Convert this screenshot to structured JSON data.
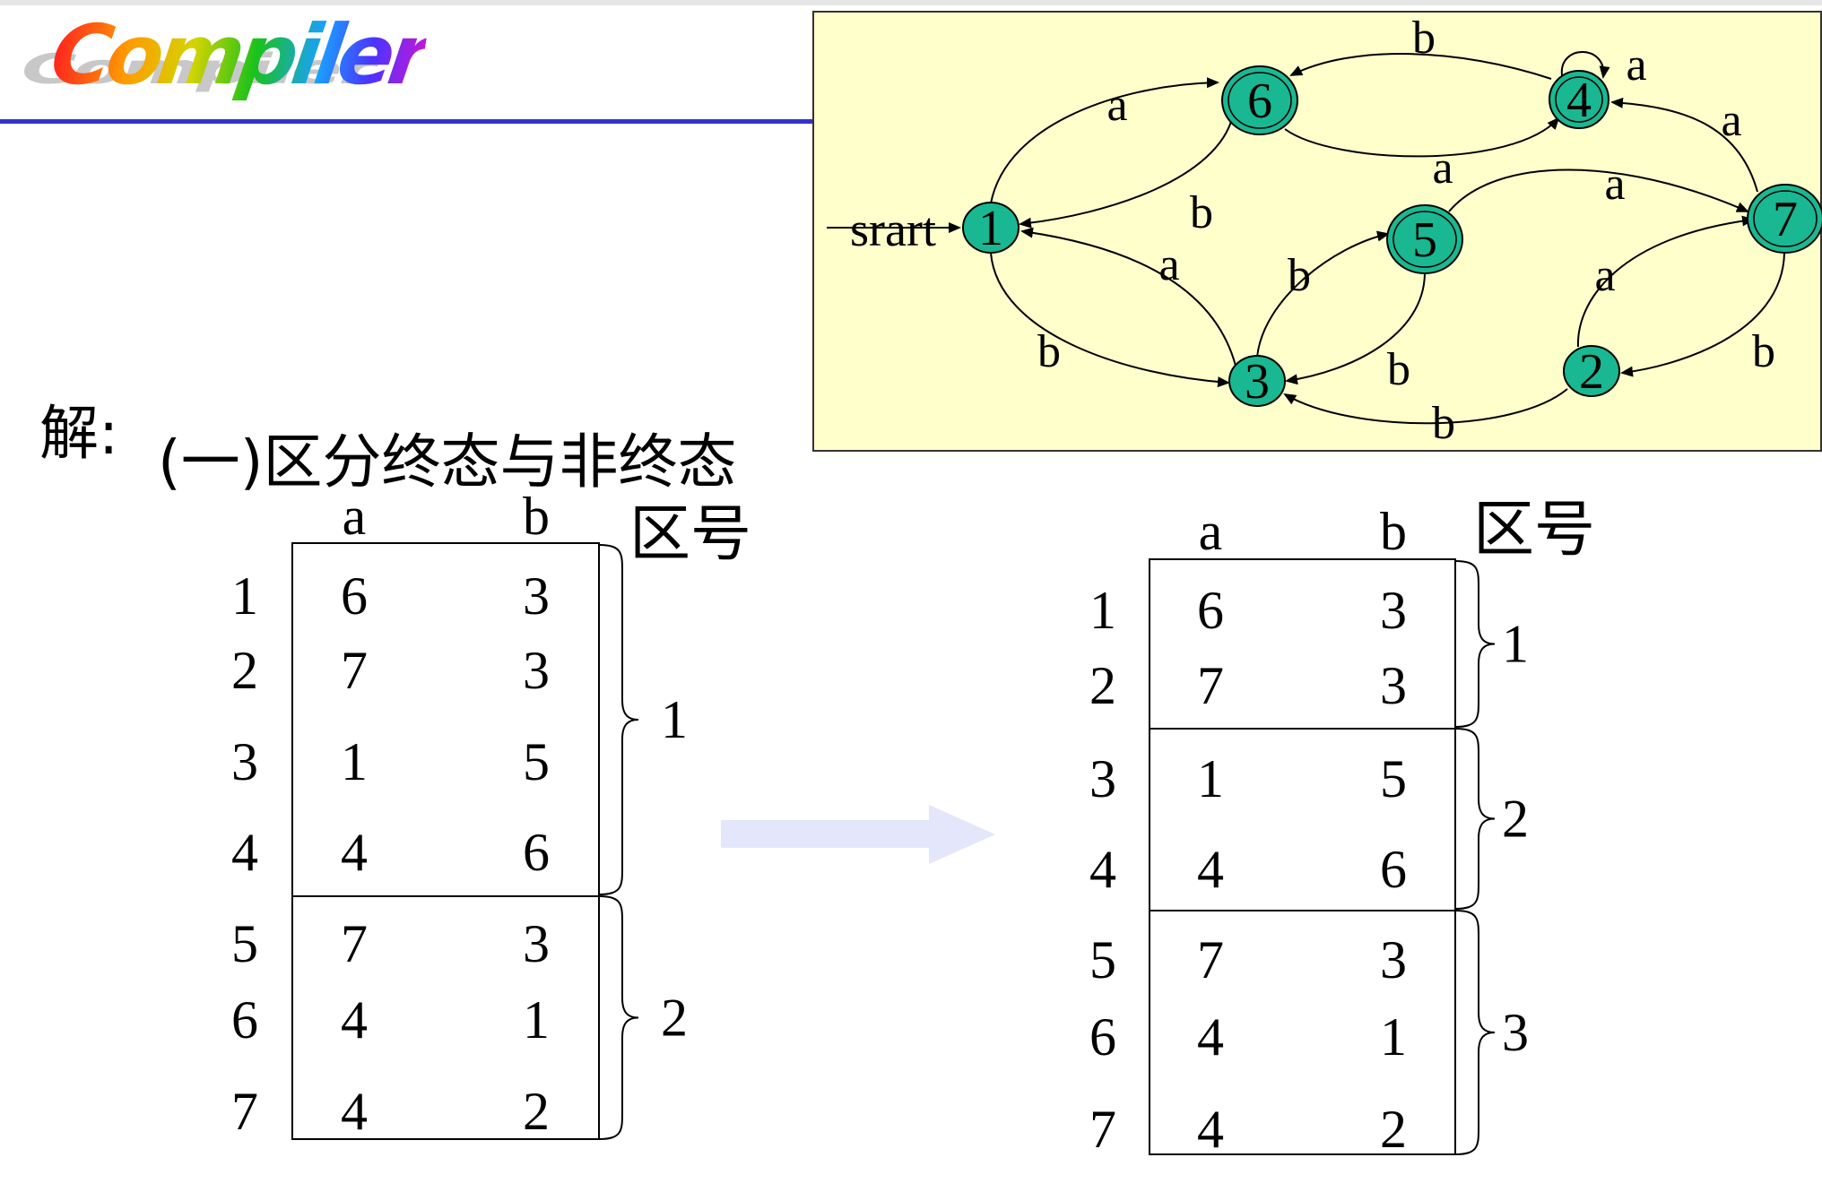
{
  "header": {
    "logo_text": "Compiler"
  },
  "diagram": {
    "start_label": "srart",
    "states": [
      {
        "id": "1",
        "label": "1",
        "final": false
      },
      {
        "id": "2",
        "label": "2",
        "final": false
      },
      {
        "id": "3",
        "label": "3",
        "final": false
      },
      {
        "id": "4",
        "label": "4",
        "final": true
      },
      {
        "id": "5",
        "label": "5",
        "final": true
      },
      {
        "id": "6",
        "label": "6",
        "final": true
      },
      {
        "id": "7",
        "label": "7",
        "final": true
      }
    ],
    "transitions": [
      {
        "from": "1",
        "to": "6",
        "symbol": "a"
      },
      {
        "from": "6",
        "to": "1",
        "symbol": "b"
      },
      {
        "from": "4",
        "to": "6",
        "symbol": "b"
      },
      {
        "from": "6",
        "to": "4",
        "symbol": "a"
      },
      {
        "from": "4",
        "to": "4",
        "symbol": "a"
      },
      {
        "from": "7",
        "to": "4",
        "symbol": "a"
      },
      {
        "from": "5",
        "to": "7",
        "symbol": "a"
      },
      {
        "from": "3",
        "to": "1",
        "symbol": "a"
      },
      {
        "from": "1",
        "to": "3",
        "symbol": "b"
      },
      {
        "from": "3",
        "to": "5",
        "symbol": "b"
      },
      {
        "from": "5",
        "to": "3",
        "symbol": "b"
      },
      {
        "from": "2",
        "to": "7",
        "symbol": "a"
      },
      {
        "from": "7",
        "to": "2",
        "symbol": "b"
      },
      {
        "from": "2",
        "to": "3",
        "symbol": "b"
      }
    ]
  },
  "solution": {
    "label": "解:",
    "step_title": "(一)区分终态与非终态",
    "region_header": "区号"
  },
  "table1": {
    "col_a": "a",
    "col_b": "b",
    "rows": [
      {
        "state": "1",
        "a": "6",
        "b": "3"
      },
      {
        "state": "2",
        "a": "7",
        "b": "3"
      },
      {
        "state": "3",
        "a": "1",
        "b": "5"
      },
      {
        "state": "4",
        "a": "4",
        "b": "6"
      },
      {
        "state": "5",
        "a": "7",
        "b": "3"
      },
      {
        "state": "6",
        "a": "4",
        "b": "1"
      },
      {
        "state": "7",
        "a": "4",
        "b": "2"
      }
    ],
    "groups": [
      {
        "region": "1",
        "states": [
          "1",
          "2",
          "3",
          "4"
        ]
      },
      {
        "region": "2",
        "states": [
          "5",
          "6",
          "7"
        ]
      }
    ]
  },
  "table2": {
    "col_a": "a",
    "col_b": "b",
    "rows": [
      {
        "state": "1",
        "a": "6",
        "b": "3"
      },
      {
        "state": "2",
        "a": "7",
        "b": "3"
      },
      {
        "state": "3",
        "a": "1",
        "b": "5"
      },
      {
        "state": "4",
        "a": "4",
        "b": "6"
      },
      {
        "state": "5",
        "a": "7",
        "b": "3"
      },
      {
        "state": "6",
        "a": "4",
        "b": "1"
      },
      {
        "state": "7",
        "a": "4",
        "b": "2"
      }
    ],
    "groups": [
      {
        "region": "1",
        "states": [
          "1",
          "2"
        ]
      },
      {
        "region": "2",
        "states": [
          "3",
          "4"
        ]
      },
      {
        "region": "3",
        "states": [
          "5",
          "6",
          "7"
        ]
      }
    ]
  },
  "colors": {
    "state_fill": "#19b892",
    "diagram_bg": "#ffffcc",
    "rule": "#3333cc",
    "arrow_block": "#e4e6fb"
  },
  "icons": {
    "transition_arrow": "right-arrow-icon"
  }
}
